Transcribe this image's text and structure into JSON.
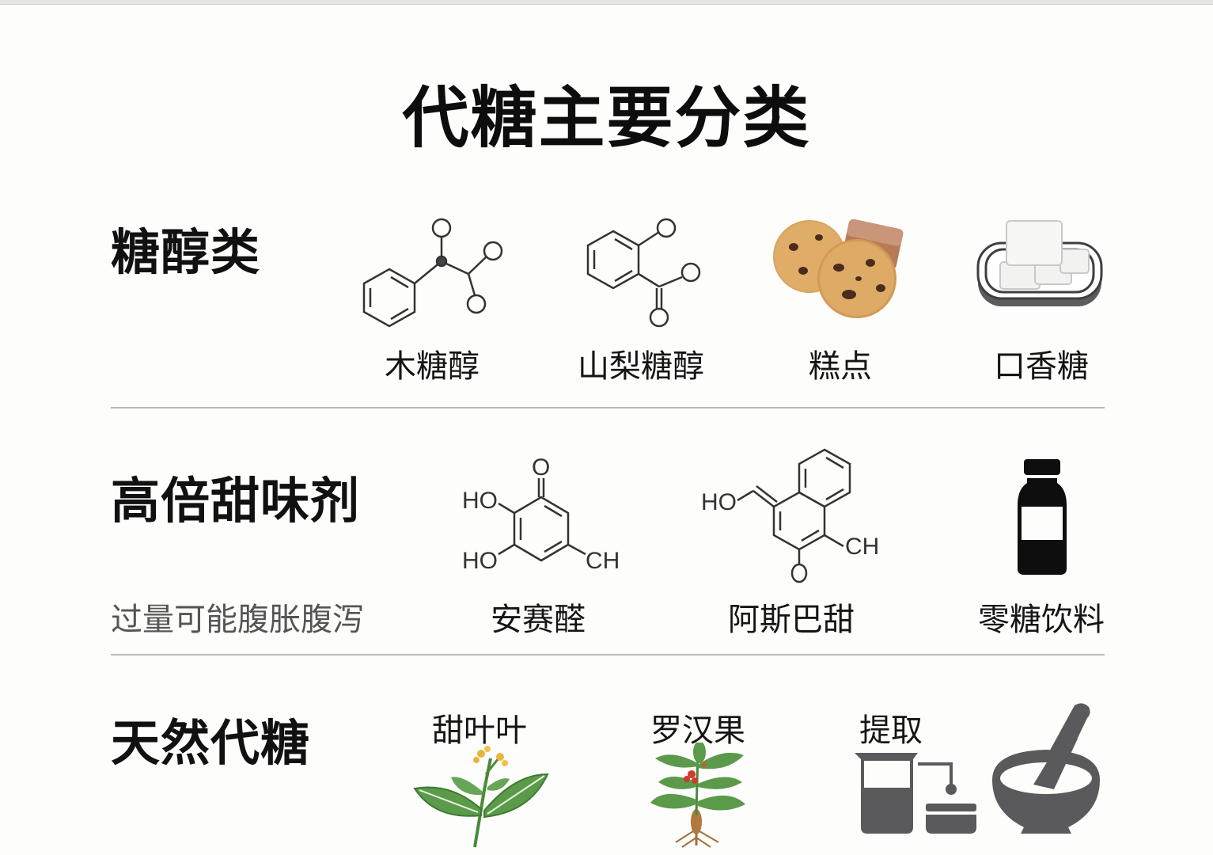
{
  "title": "代糖主要分类",
  "categories": [
    {
      "label": "糖醇类",
      "items": [
        {
          "label": "木糖醇",
          "icon": "xylitol-structure-icon"
        },
        {
          "label": "山梨糖醇",
          "icon": "sorbitol-structure-icon"
        },
        {
          "label": "糕点",
          "icon": "cookies-icon"
        },
        {
          "label": "口香糖",
          "icon": "gum-tray-icon"
        }
      ]
    },
    {
      "label": "高倍甜味剂",
      "note": "过量可能腹胀腹泻",
      "items": [
        {
          "label": "安赛醛",
          "icon": "acesulfame-structure-icon",
          "atoms": [
            "O",
            "HO",
            "HO",
            "CH"
          ]
        },
        {
          "label": "阿斯巴甜",
          "icon": "aspartame-structure-icon",
          "atoms": [
            "HO",
            "CH",
            "O"
          ]
        },
        {
          "label": "零糖饮料",
          "icon": "bottle-icon"
        }
      ]
    },
    {
      "label": "天然代糖",
      "items": [
        {
          "label": "甜叶叶",
          "icon": "stevia-plant-icon"
        },
        {
          "label": "罗汉果",
          "icon": "monk-fruit-plant-icon"
        },
        {
          "label": "提取",
          "icon": "extraction-icon"
        }
      ]
    }
  ],
  "colors": {
    "background": "#fdfdfb",
    "text": "#111111",
    "note": "#555555",
    "divider": "#b8b8b8",
    "icon_gray": "#5a5a5c",
    "leaf_green": "#5b9a4a"
  }
}
